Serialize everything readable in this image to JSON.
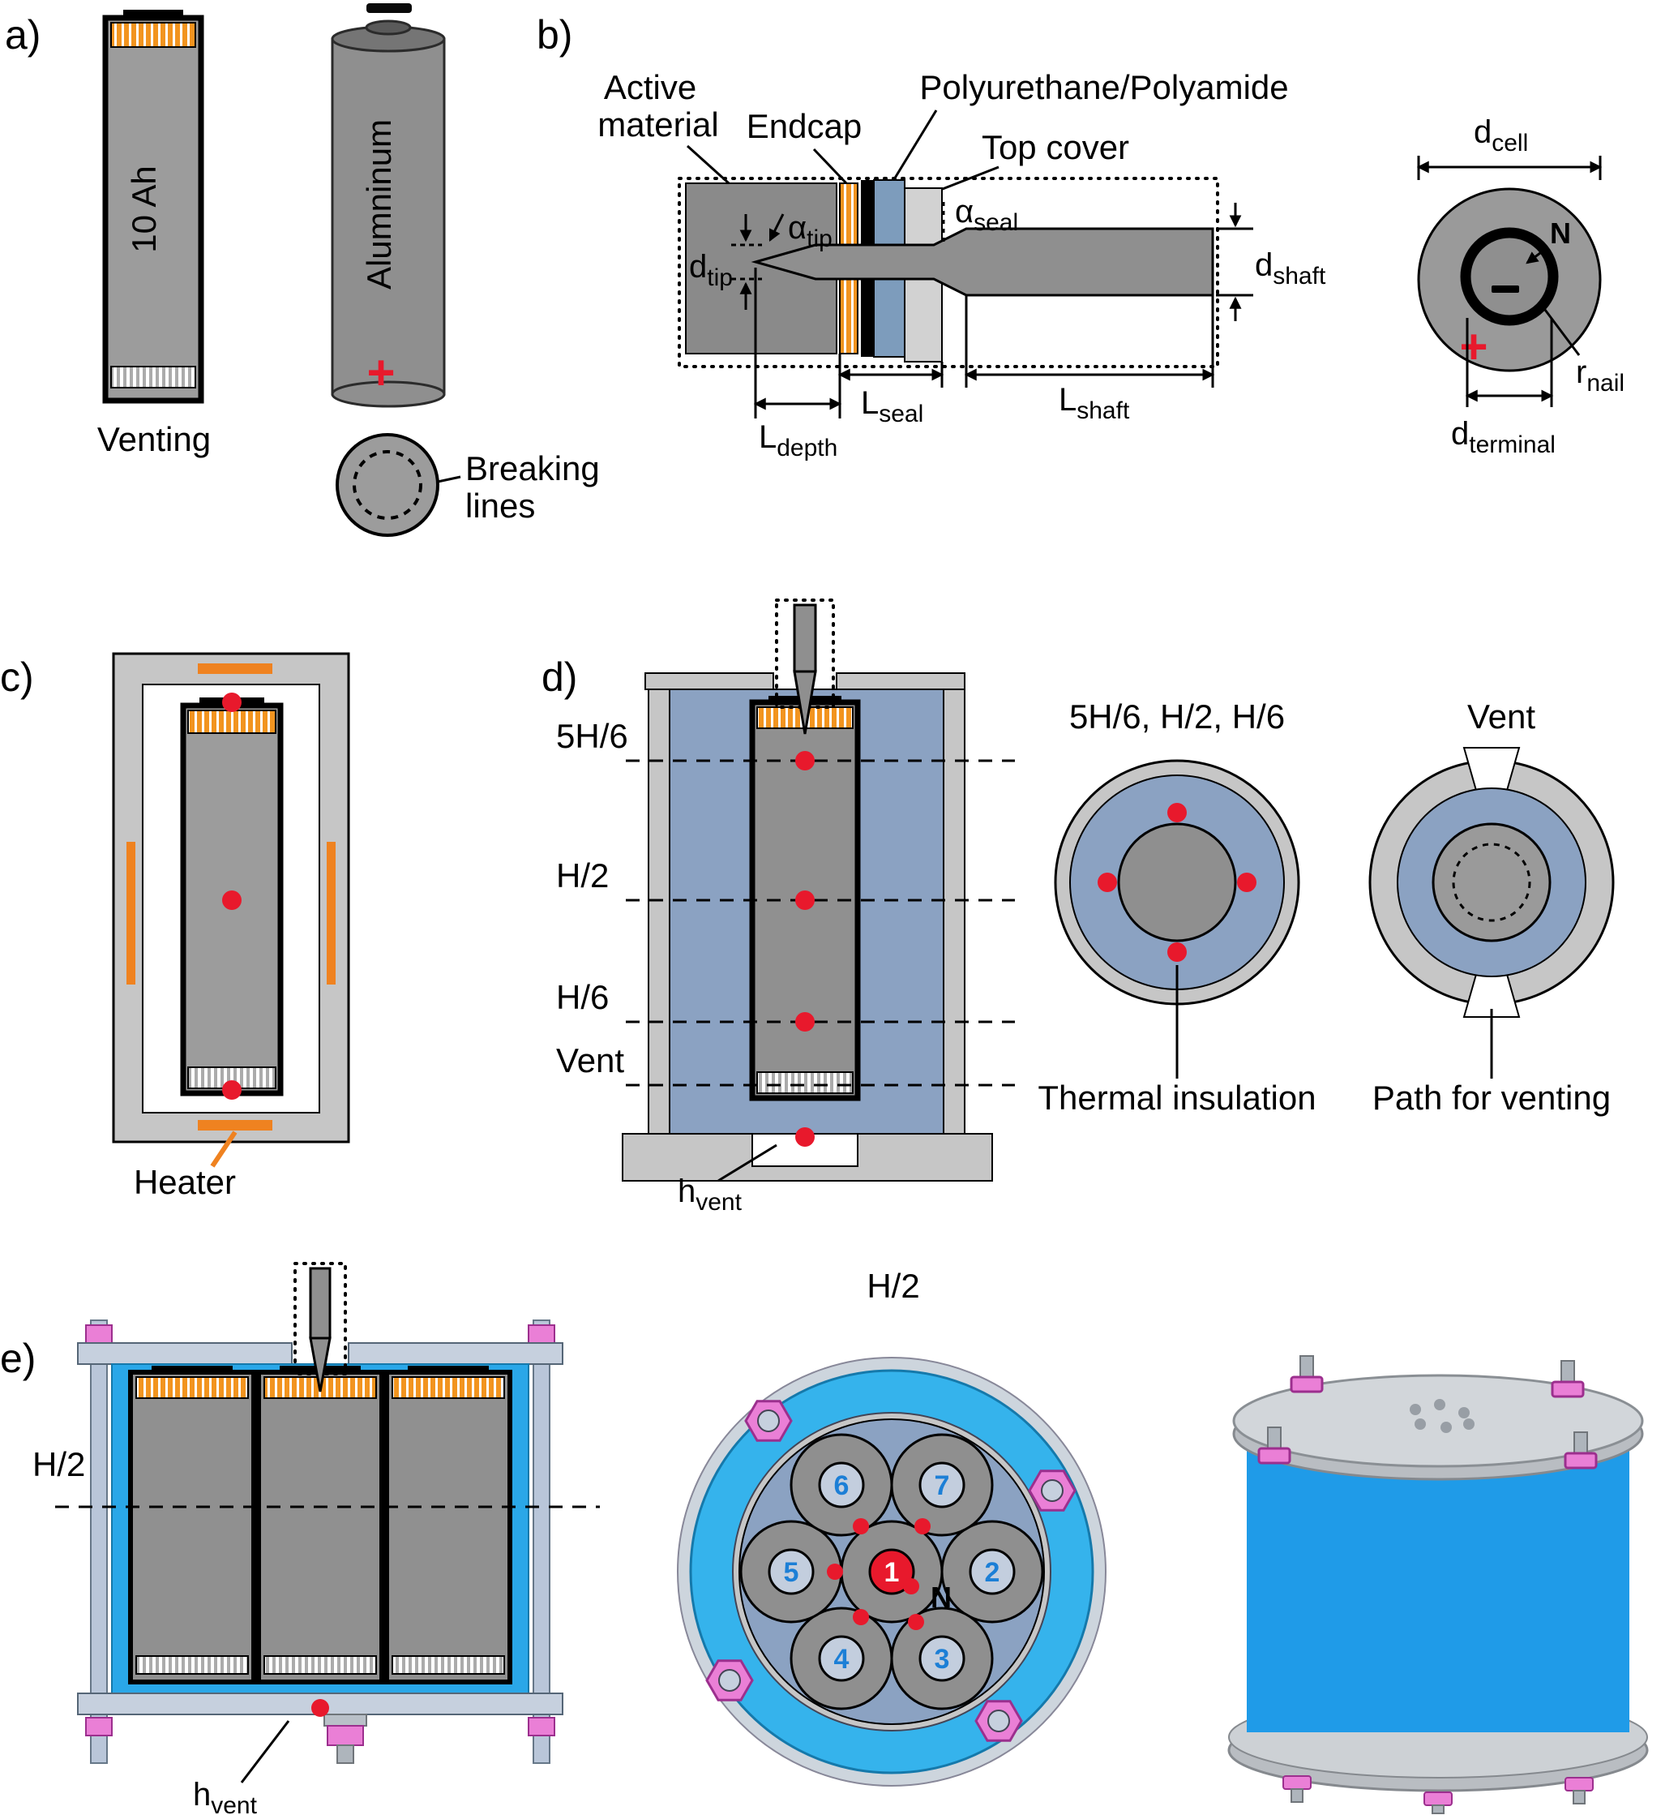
{
  "palette": {
    "cell_gray": "#909090",
    "frame_gray": "#c6c6c6",
    "heater_orange": "#ef8220",
    "insulation_blue": "#8ba2c2",
    "water_blue": "#2aa7e8",
    "bolt_pink": "#ea7fd6",
    "marker_red": "#e8192c",
    "number_blue": "#1c7fd6"
  },
  "a": {
    "label": "a)",
    "capacity": "10 Ah",
    "venting": "Venting",
    "material": "Alumninum",
    "plus": "+",
    "breaking1": "Breaking",
    "breaking2": "lines"
  },
  "b": {
    "label": "b)",
    "active1": "Active",
    "active2": "material",
    "endcap": "Endcap",
    "poly": "Polyurethane/Polyamide",
    "top_cover": "Top cover",
    "alpha_tip": {
      "main": "α",
      "sub": "tip"
    },
    "d_tip": {
      "main": "d",
      "sub": "tip"
    },
    "alpha_seal": {
      "main": "α",
      "sub": "seal"
    },
    "d_shaft": {
      "main": "d",
      "sub": "shaft"
    },
    "L_seal": {
      "main": "L",
      "sub": "seal"
    },
    "L_shaft": {
      "main": "L",
      "sub": "shaft"
    },
    "L_depth": {
      "main": "L",
      "sub": "depth"
    },
    "d_cell": {
      "main": "d",
      "sub": "cell"
    },
    "r_nail": {
      "main": "r",
      "sub": "nail"
    },
    "d_terminal": {
      "main": "d",
      "sub": "terminal"
    },
    "north": "N",
    "plus": "+"
  },
  "c": {
    "label": "c)",
    "heater": "Heater"
  },
  "d": {
    "label": "d)",
    "h56": "5H/6",
    "h2": "H/2",
    "h6": "H/6",
    "vent": "Vent",
    "h_vent": {
      "main": "h",
      "sub": "vent"
    },
    "section1_title": "5H/6, H/2, H/6",
    "section1_label": "Thermal insulation",
    "section2_title": "Vent",
    "section2_label": "Path for venting"
  },
  "e": {
    "label": "e)",
    "h2": "H/2",
    "h_vent": {
      "main": "h",
      "sub": "vent"
    },
    "section_title": "H/2",
    "north": "N",
    "cells": [
      "1",
      "2",
      "3",
      "4",
      "5",
      "6",
      "7"
    ]
  }
}
